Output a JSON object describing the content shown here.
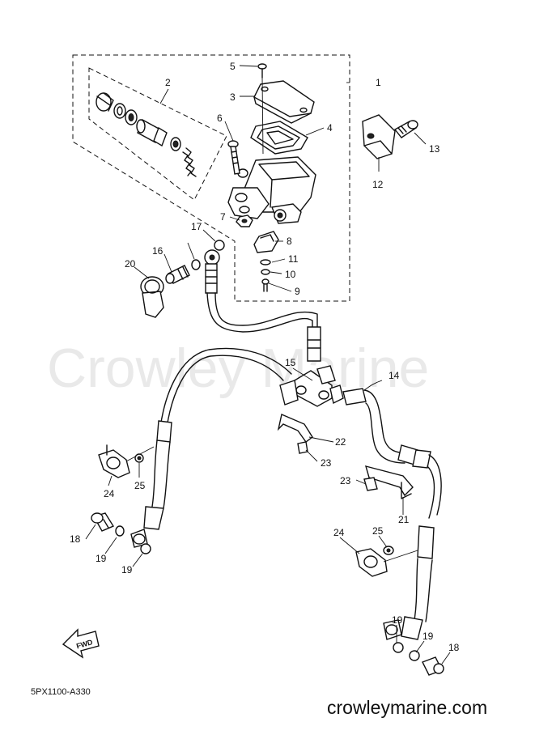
{
  "watermark": "Crowley Marine",
  "diagram_code": "5PX1100-A330",
  "footer_site": "crowleymarine.com",
  "fwd_label": "FWD",
  "callouts": [
    {
      "id": "c1",
      "text": "1"
    },
    {
      "id": "c2",
      "text": "2"
    },
    {
      "id": "c3",
      "text": "3"
    },
    {
      "id": "c4",
      "text": "4"
    },
    {
      "id": "c5",
      "text": "5"
    },
    {
      "id": "c6",
      "text": "6"
    },
    {
      "id": "c7",
      "text": "7"
    },
    {
      "id": "c8",
      "text": "8"
    },
    {
      "id": "c9",
      "text": "9"
    },
    {
      "id": "c10",
      "text": "10"
    },
    {
      "id": "c11",
      "text": "11"
    },
    {
      "id": "c12",
      "text": "12"
    },
    {
      "id": "c13",
      "text": "13"
    },
    {
      "id": "c14",
      "text": "14"
    },
    {
      "id": "c15",
      "text": "15"
    },
    {
      "id": "c16",
      "text": "16"
    },
    {
      "id": "c17",
      "text": "17"
    },
    {
      "id": "c18a",
      "text": "18"
    },
    {
      "id": "c18b",
      "text": "18"
    },
    {
      "id": "c19a",
      "text": "19"
    },
    {
      "id": "c19b",
      "text": "19"
    },
    {
      "id": "c19c",
      "text": "19"
    },
    {
      "id": "c19d",
      "text": "19"
    },
    {
      "id": "c20",
      "text": "20"
    },
    {
      "id": "c21",
      "text": "21"
    },
    {
      "id": "c22",
      "text": "22"
    },
    {
      "id": "c23a",
      "text": "23"
    },
    {
      "id": "c23b",
      "text": "23"
    },
    {
      "id": "c24a",
      "text": "24"
    },
    {
      "id": "c24b",
      "text": "24"
    },
    {
      "id": "c25a",
      "text": "25"
    },
    {
      "id": "c25b",
      "text": "25"
    }
  ]
}
